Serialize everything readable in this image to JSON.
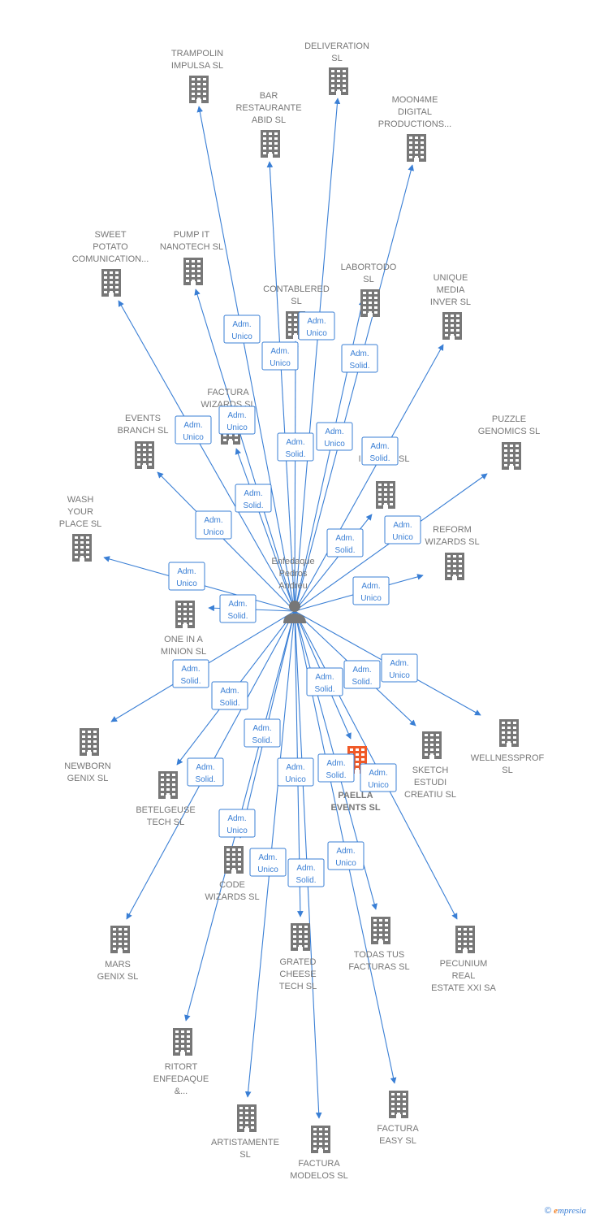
{
  "center": {
    "name_lines": [
      "Enfedaque",
      "Pedros",
      "Andreu"
    ],
    "icon": "person-icon"
  },
  "colors": {
    "edge": "#3a7fd5",
    "building": "#777777",
    "highlight": "#f05a28",
    "label": "#777777"
  },
  "nodes": [
    {
      "id": "trampolin",
      "lines": [
        "TRAMPOLIN",
        "IMPULSA  SL"
      ]
    },
    {
      "id": "deliveration",
      "lines": [
        "DELIVERATION",
        "SL"
      ]
    },
    {
      "id": "bar",
      "lines": [
        "BAR",
        "RESTAURANTE",
        "ABID  SL"
      ]
    },
    {
      "id": "moon4me",
      "lines": [
        "MOON4ME",
        "DIGITAL",
        "PRODUCTIONS..."
      ]
    },
    {
      "id": "sweet",
      "lines": [
        "SWEET",
        "POTATO",
        "COMUNICATION..."
      ]
    },
    {
      "id": "pumpit",
      "lines": [
        "PUMP IT",
        "NANOTECH  SL"
      ]
    },
    {
      "id": "contablered",
      "lines": [
        "CONTABLERED",
        "SL"
      ]
    },
    {
      "id": "labortodo",
      "lines": [
        "LABORTODO",
        "SL"
      ]
    },
    {
      "id": "unique",
      "lines": [
        "UNIQUE",
        "MEDIA",
        "INVER  SL"
      ]
    },
    {
      "id": "factura_wizards",
      "lines": [
        "FACTURA",
        "WIZARDS  SL"
      ]
    },
    {
      "id": "events_branch",
      "lines": [
        "EVENTS",
        "BRANCH  SL"
      ]
    },
    {
      "id": "idiomes",
      "lines": [
        "E      NT",
        "IDIOMES  SL"
      ]
    },
    {
      "id": "puzzle",
      "lines": [
        "PUZZLE",
        "GENOMICS  SL"
      ]
    },
    {
      "id": "wash",
      "lines": [
        "WASH",
        "YOUR",
        "PLACE  SL"
      ]
    },
    {
      "id": "reform",
      "lines": [
        "REFORM",
        "WIZARDS  SL"
      ]
    },
    {
      "id": "one",
      "lines": [
        "ONE IN A",
        "MINION  SL"
      ]
    },
    {
      "id": "wellness",
      "lines": [
        "WELLNESSPROF",
        "SL"
      ]
    },
    {
      "id": "sketch",
      "lines": [
        "SKETCH",
        "ESTUDI",
        "CREATIU  SL"
      ]
    },
    {
      "id": "paella",
      "lines": [
        "PAELLA",
        "EVENTS  SL"
      ],
      "highlight": true
    },
    {
      "id": "newborn",
      "lines": [
        "NEWBORN",
        "GENIX  SL"
      ]
    },
    {
      "id": "betelgeuse",
      "lines": [
        "BETELGEUSE",
        "TECH  SL"
      ]
    },
    {
      "id": "code",
      "lines": [
        "CODE",
        "WIZARDS  SL"
      ]
    },
    {
      "id": "mars",
      "lines": [
        "MARS",
        "GENIX  SL"
      ]
    },
    {
      "id": "grated",
      "lines": [
        "GRATED",
        "CHEESE",
        "TECH  SL"
      ]
    },
    {
      "id": "todas",
      "lines": [
        "TODAS TUS",
        "FACTURAS  SL"
      ]
    },
    {
      "id": "pecunium",
      "lines": [
        "PECUNIUM",
        "REAL",
        "ESTATE XXI SA"
      ]
    },
    {
      "id": "ritort",
      "lines": [
        "RITORT",
        "ENFEDAQUE",
        "&..."
      ]
    },
    {
      "id": "artistamente",
      "lines": [
        "ARTISTAMENTE",
        "SL"
      ]
    },
    {
      "id": "factura_modelos",
      "lines": [
        "FACTURA",
        "MODELOS  SL"
      ]
    },
    {
      "id": "factura_easy",
      "lines": [
        "FACTURA",
        "EASY  SL"
      ]
    }
  ],
  "edges": [
    {
      "to": "trampolin",
      "label": [
        "Adm.",
        "Unico"
      ]
    },
    {
      "to": "deliveration",
      "label": [
        "Adm.",
        "Unico"
      ]
    },
    {
      "to": "bar",
      "label": [
        "Adm.",
        "Unico"
      ]
    },
    {
      "to": "moon4me",
      "label": [
        "Adm.",
        "Unico"
      ]
    },
    {
      "to": "sweet",
      "label": [
        "Adm.",
        "Unico"
      ]
    },
    {
      "to": "pumpit",
      "label": [
        "Adm.",
        "Unico"
      ]
    },
    {
      "to": "contablered",
      "label": [
        "Adm.",
        "Solid."
      ]
    },
    {
      "to": "labortodo",
      "label": [
        "Adm.",
        "Solid."
      ]
    },
    {
      "to": "unique",
      "label": [
        "Adm.",
        "Solid."
      ]
    },
    {
      "to": "factura_wizards",
      "label": [
        "Adm.",
        "Solid."
      ]
    },
    {
      "to": "events_branch",
      "label": [
        "Adm.",
        "Unico"
      ]
    },
    {
      "to": "idiomes",
      "label": [
        "Adm.",
        "Solid."
      ]
    },
    {
      "to": "puzzle",
      "label": [
        "Adm.",
        "Unico"
      ]
    },
    {
      "to": "wash",
      "label": [
        "Adm.",
        "Unico"
      ]
    },
    {
      "to": "reform",
      "label": [
        "Adm.",
        "Unico"
      ]
    },
    {
      "to": "one",
      "label": [
        "Adm.",
        "Solid."
      ]
    },
    {
      "to": "wellness",
      "label": [
        "Adm.",
        "Unico"
      ]
    },
    {
      "to": "sketch",
      "label": [
        "Adm.",
        "Solid."
      ]
    },
    {
      "to": "paella",
      "label": [
        "Adm.",
        "Solid."
      ]
    },
    {
      "to": "newborn",
      "label": [
        "Adm.",
        "Solid."
      ]
    },
    {
      "to": "betelgeuse",
      "label": [
        "Adm.",
        "Solid."
      ]
    },
    {
      "to": "code",
      "label": [
        "Adm.",
        "Solid."
      ]
    },
    {
      "to": "mars",
      "label": [
        "Adm.",
        "Solid."
      ]
    },
    {
      "to": "grated",
      "label": [
        "Adm.",
        "Unico"
      ]
    },
    {
      "to": "todas",
      "label": [
        "Adm.",
        "Unico"
      ]
    },
    {
      "to": "pecunium",
      "label": [
        "Adm.",
        "Solid."
      ]
    },
    {
      "to": "ritort",
      "label": [
        "Adm.",
        "Unico"
      ]
    },
    {
      "to": "artistamente",
      "label": [
        "Adm.",
        "Unico"
      ]
    },
    {
      "to": "factura_modelos",
      "label": [
        "Adm.",
        "Solid."
      ]
    },
    {
      "to": "factura_easy",
      "label": [
        "Adm.",
        "Unico"
      ]
    }
  ],
  "footer": {
    "copyright_symbol": "©",
    "brand_initial": "e",
    "brand_rest": "mpresia"
  }
}
